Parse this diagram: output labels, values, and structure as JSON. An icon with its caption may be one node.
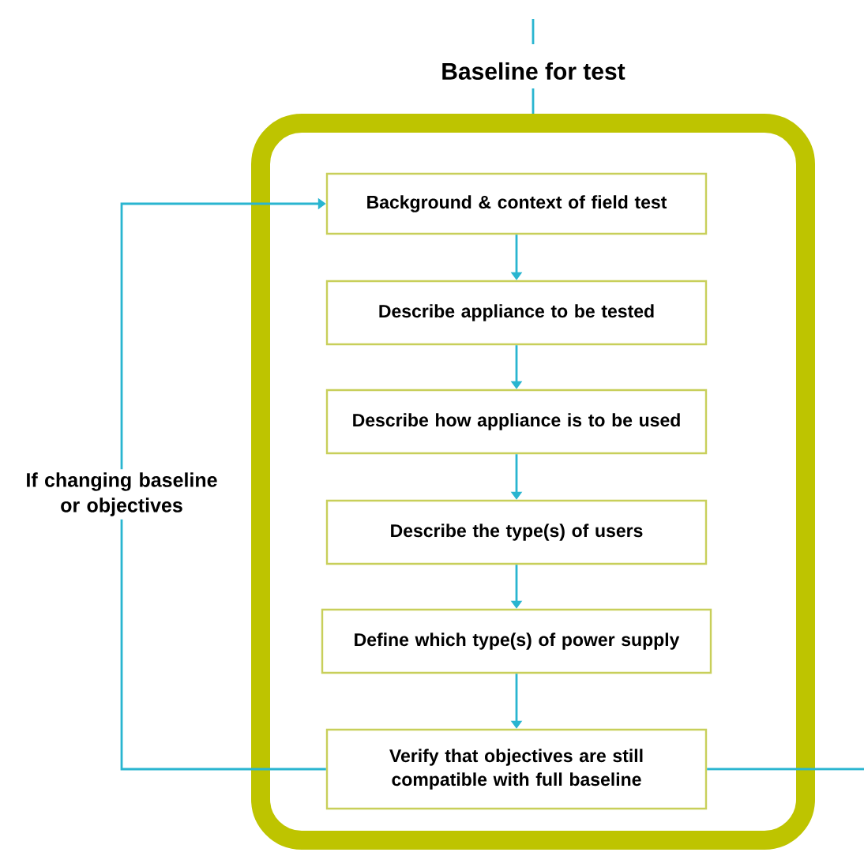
{
  "diagram": {
    "nodes": [
      {
        "text": [
          "Baseline for test"
        ]
      },
      {
        "text": [
          "Background & context of field test"
        ],
        "in": 0
      },
      {
        "text": [
          "Describe appliance to be tested"
        ],
        "in": 0
      },
      {
        "text": [
          "Describe how appliance is to be used"
        ],
        "in": 0
      },
      {
        "text": [
          "Describe the type(s) of users"
        ],
        "in": 0
      },
      {
        "text": [
          "Define which type(s) of power supply"
        ],
        "in": 0
      },
      {
        "text": [
          "Verify that objectives are still compatible with full baseline"
        ],
        "in": 0
      }
    ],
    "edges": [
      {
        "from": null,
        "to": 0,
        "arrow": "none"
      },
      {
        "from": 1,
        "to": 2,
        "arrow": "to"
      },
      {
        "from": 2,
        "to": 3,
        "arrow": "to"
      },
      {
        "from": 3,
        "to": 4,
        "arrow": "to"
      },
      {
        "from": 4,
        "to": 5,
        "arrow": "to"
      },
      {
        "from": 5,
        "to": 6,
        "arrow": "to"
      },
      {
        "from": 6,
        "to": 1,
        "arrow": "to",
        "label": "If changing baseline or objectives"
      },
      {
        "from": 6,
        "to": null,
        "arrow": "none"
      }
    ]
  }
}
